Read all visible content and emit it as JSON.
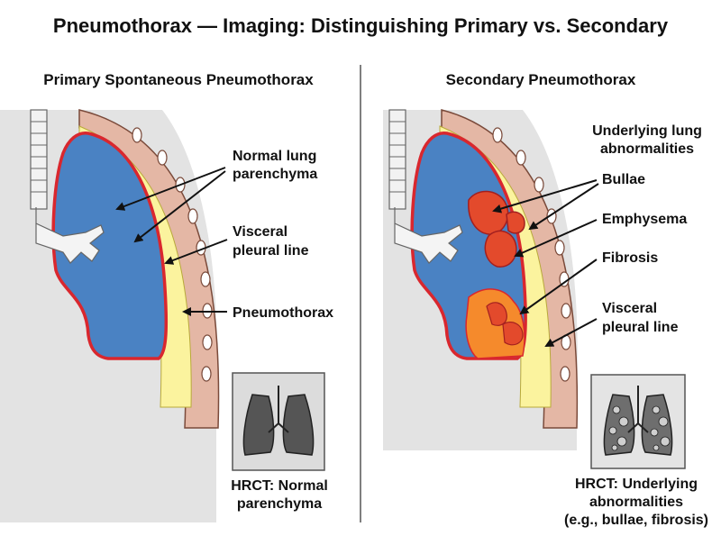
{
  "title": "Pneumothorax — Imaging: Distinguishing Primary vs. Secondary",
  "primary": {
    "heading": "Primary Spontaneous Pneumothorax",
    "labels": {
      "normal_lung": [
        "Normal lung",
        "parenchyma"
      ],
      "visceral_line": [
        "Visceral",
        "pleural line"
      ],
      "pneumothorax": "Pneumothorax"
    },
    "hrct_caption": [
      "HRCT: Normal",
      "parenchyma"
    ]
  },
  "secondary": {
    "heading": "Secondary Pneumothorax",
    "labels": {
      "underlying": [
        "Underlying lung",
        "abnormalities"
      ],
      "bullae": "Bullae",
      "emphysema": "Emphysema",
      "fibrosis": "Fibrosis",
      "visceral_line": [
        "Visceral",
        "pleural line"
      ]
    },
    "hrct_caption": [
      "HRCT: Underlying",
      "abnormalities",
      "(e.g., bullae, fibrosis)"
    ]
  },
  "colors": {
    "lung": "#4a82c3",
    "pleural_line": "#d9272e",
    "pleural_space": "#fbf39e",
    "chest_wall": "#e4b7a5",
    "lesion": "#e34a2c",
    "fibrosis_zone": "#f58a2c",
    "background_tissue": "#e3e3e3"
  }
}
